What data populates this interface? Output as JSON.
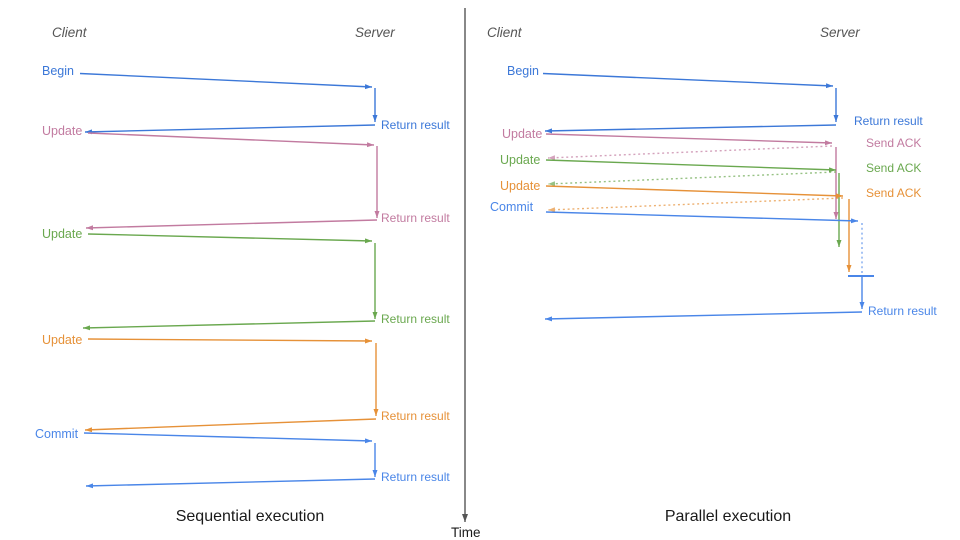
{
  "palette": {
    "blue": "#3c78d8",
    "blue_light": "#4a86e8",
    "pink": "#c27ba0",
    "green": "#6aa84f",
    "orange": "#e69138",
    "axis": "#555555",
    "ink": "#1a1a1a",
    "header": "#555555"
  },
  "time_axis": {
    "label": "Time"
  },
  "sequential": {
    "title": "Sequential execution",
    "client_header": "Client",
    "server_header": "Server",
    "messages": [
      {
        "request_label": "Begin",
        "response_label": "Return result",
        "color": "blue"
      },
      {
        "request_label": "Update",
        "response_label": "Return result",
        "color": "pink"
      },
      {
        "request_label": "Update",
        "response_label": "Return result",
        "color": "green"
      },
      {
        "request_label": "Update",
        "response_label": "Return result",
        "color": "orange"
      },
      {
        "request_label": "Commit",
        "response_label": "Return result",
        "color": "blue_light"
      }
    ]
  },
  "parallel": {
    "title": "Parallel execution",
    "client_header": "Client",
    "server_header": "Server",
    "messages": [
      {
        "request_label": "Begin",
        "response_label": "Return result",
        "color": "blue"
      },
      {
        "request_label": "Update",
        "response_label": "Send ACK",
        "color": "pink"
      },
      {
        "request_label": "Update",
        "response_label": "Send ACK",
        "color": "green"
      },
      {
        "request_label": "Update",
        "response_label": "Send ACK",
        "color": "orange"
      },
      {
        "request_label": "Commit",
        "response_label": "Return result",
        "color": "blue_light"
      }
    ]
  }
}
